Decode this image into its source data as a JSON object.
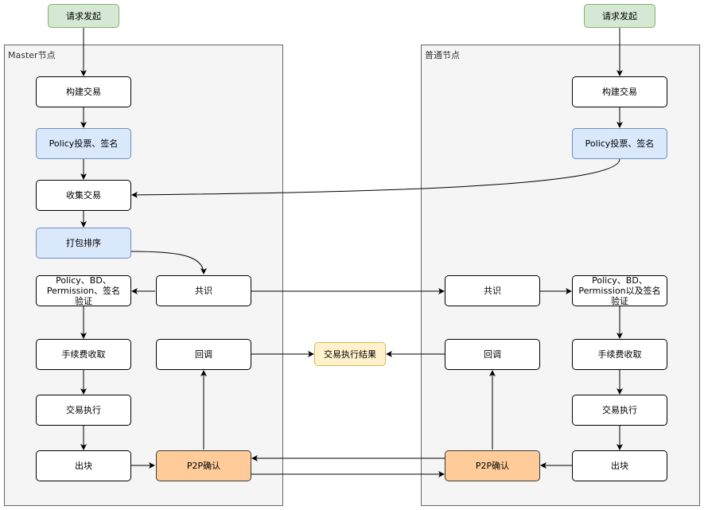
{
  "panels": {
    "master": {
      "title": "Master节点"
    },
    "normal": {
      "title": "普通节点"
    }
  },
  "master": {
    "request": "请求发起",
    "build_tx": "构建交易",
    "policy_sign": "Policy投票、签名",
    "collect_tx": "收集交易",
    "package_sort": "打包排序",
    "verify": "Policy、BD、\nPermission、签名\n验证",
    "consensus": "共识",
    "fee": "手续费收取",
    "callback": "回调",
    "execute": "交易执行",
    "block": "出块",
    "p2p_confirm": "P2P确认"
  },
  "shared": {
    "tx_result": "交易执行结果"
  },
  "normal": {
    "request": "请求发起",
    "build_tx": "构建交易",
    "policy_sign": "Policy投票、签名",
    "consensus": "共识",
    "verify": "Policy、BD、\nPermission以及签名\n验证",
    "callback": "回调",
    "fee": "手续费收取",
    "p2p_confirm": "P2P确认",
    "execute": "交易执行",
    "block": "出块"
  },
  "colors": {
    "request_fill": "#d5e8d4",
    "policy_fill": "#dae8fc",
    "p2p_fill": "#ffcc99",
    "result_fill": "#fff2cc",
    "panel_fill": "#f5f5f5"
  }
}
